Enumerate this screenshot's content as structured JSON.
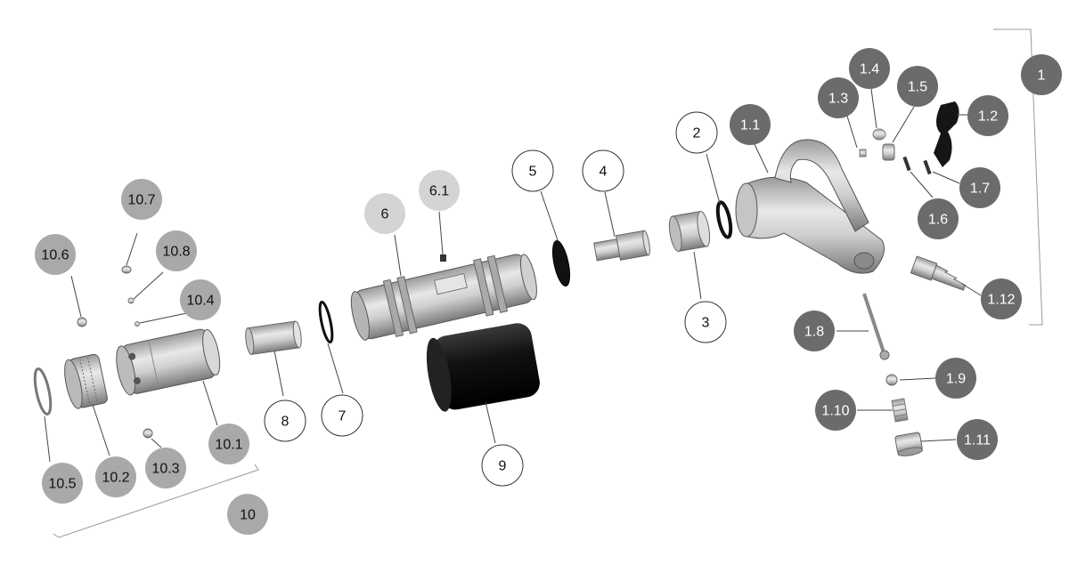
{
  "colors": {
    "callout_white_fill": "#ffffff",
    "callout_dark_fill": "#6b6b6b",
    "callout_mid_fill": "#a9a9a9",
    "callout_light_fill": "#d4d4d4",
    "part_metal": "#cfcfcf",
    "part_dark": "#1a1a1a"
  },
  "callouts": [
    {
      "id": "1",
      "label": "1",
      "style": "dark"
    },
    {
      "id": "1.1",
      "label": "1.1",
      "style": "dark"
    },
    {
      "id": "1.2",
      "label": "1.2",
      "style": "dark"
    },
    {
      "id": "1.3",
      "label": "1.3",
      "style": "dark"
    },
    {
      "id": "1.4",
      "label": "1.4",
      "style": "dark"
    },
    {
      "id": "1.5",
      "label": "1.5",
      "style": "dark"
    },
    {
      "id": "1.6",
      "label": "1.6",
      "style": "dark"
    },
    {
      "id": "1.7",
      "label": "1.7",
      "style": "dark"
    },
    {
      "id": "1.8",
      "label": "1.8",
      "style": "dark"
    },
    {
      "id": "1.9",
      "label": "1.9",
      "style": "dark"
    },
    {
      "id": "1.10",
      "label": "1.10",
      "style": "dark"
    },
    {
      "id": "1.11",
      "label": "1.11",
      "style": "dark"
    },
    {
      "id": "1.12",
      "label": "1.12",
      "style": "dark"
    },
    {
      "id": "2",
      "label": "2",
      "style": "white"
    },
    {
      "id": "3",
      "label": "3",
      "style": "white"
    },
    {
      "id": "4",
      "label": "4",
      "style": "white"
    },
    {
      "id": "5",
      "label": "5",
      "style": "white"
    },
    {
      "id": "6",
      "label": "6",
      "style": "light"
    },
    {
      "id": "6.1",
      "label": "6.1",
      "style": "light"
    },
    {
      "id": "7",
      "label": "7",
      "style": "white"
    },
    {
      "id": "8",
      "label": "8",
      "style": "white"
    },
    {
      "id": "9",
      "label": "9",
      "style": "white"
    },
    {
      "id": "10",
      "label": "10",
      "style": "mid"
    },
    {
      "id": "10.1",
      "label": "10.1",
      "style": "mid"
    },
    {
      "id": "10.2",
      "label": "10.2",
      "style": "mid"
    },
    {
      "id": "10.3",
      "label": "10.3",
      "style": "mid"
    },
    {
      "id": "10.4",
      "label": "10.4",
      "style": "mid"
    },
    {
      "id": "10.5",
      "label": "10.5",
      "style": "mid"
    },
    {
      "id": "10.6",
      "label": "10.6",
      "style": "mid"
    },
    {
      "id": "10.7",
      "label": "10.7",
      "style": "mid"
    },
    {
      "id": "10.8",
      "label": "10.8",
      "style": "mid"
    }
  ]
}
